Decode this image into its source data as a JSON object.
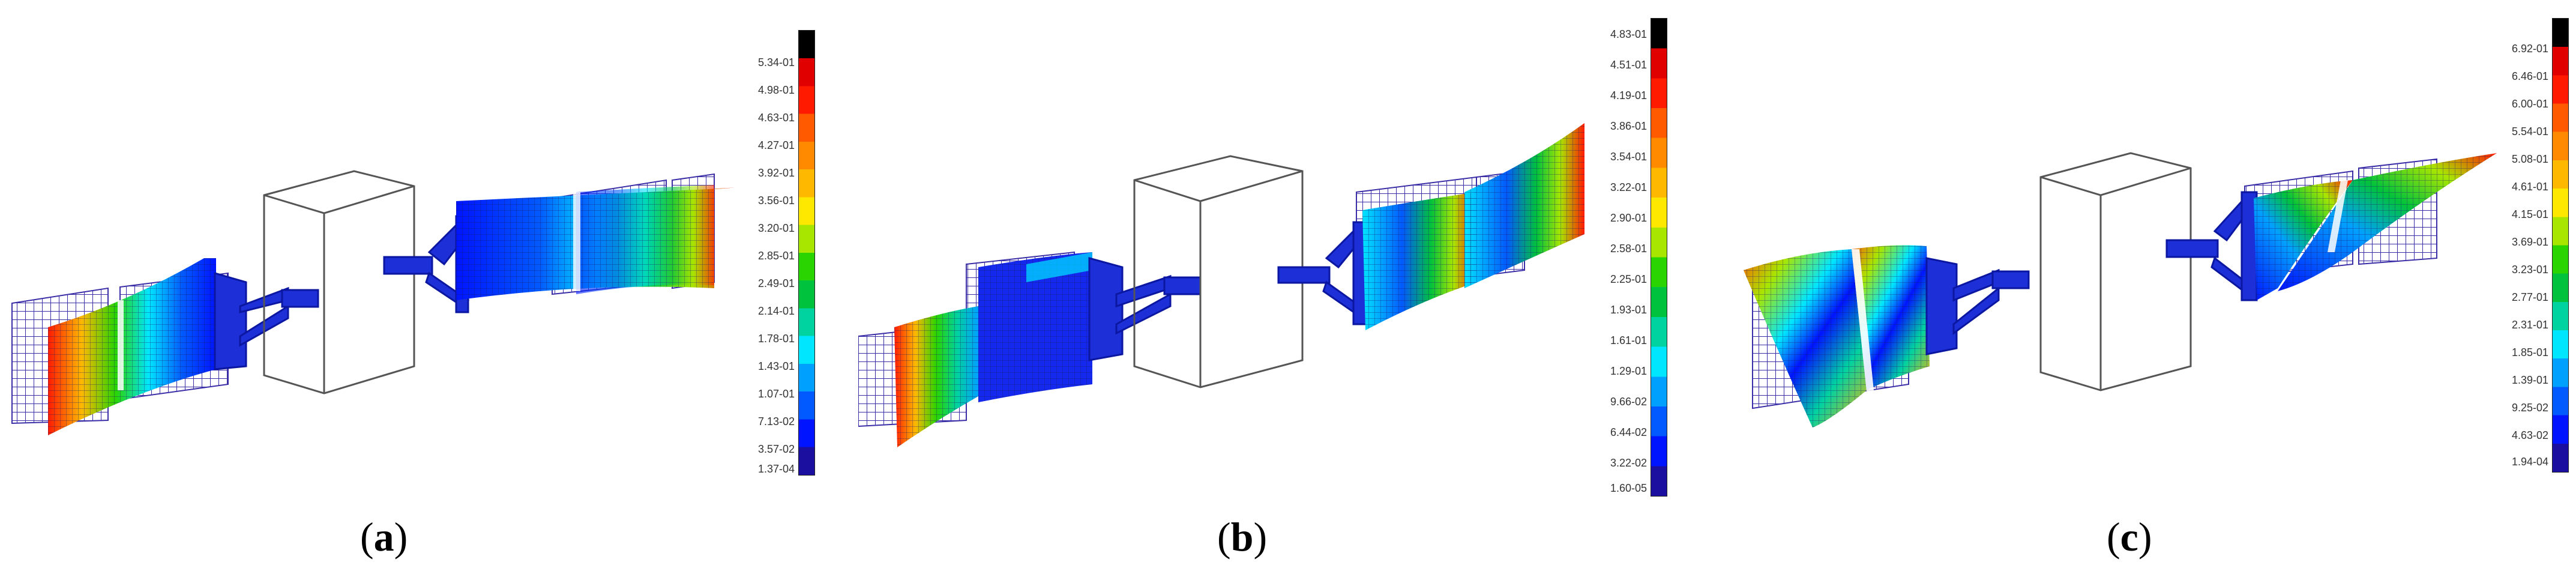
{
  "colors": {
    "scale": [
      "#1a0f9e",
      "#0014ff",
      "#005aff",
      "#00a0ff",
      "#00e6ff",
      "#00d2a0",
      "#00c23c",
      "#2ad400",
      "#a8e600",
      "#ffe800",
      "#ffb800",
      "#ff8a00",
      "#ff5a00",
      "#ff1a00",
      "#e00000",
      "#000000"
    ],
    "mesh": "#3b2fa8",
    "box": "#555555"
  },
  "panels": [
    {
      "caption": "a",
      "legend_labels": [
        "5.34-01",
        "4.98-01",
        "4.63-01",
        "4.27-01",
        "3.92-01",
        "3.56-01",
        "3.20-01",
        "2.85-01",
        "2.49-01",
        "2.14-01",
        "1.78-01",
        "1.43-01",
        "1.07-01",
        "7.13-02",
        "3.57-02",
        "1.37-04"
      ]
    },
    {
      "caption": "b",
      "legend_labels": [
        "4.83-01",
        "4.51-01",
        "4.19-01",
        "3.86-01",
        "3.54-01",
        "3.22-01",
        "2.90-01",
        "2.58-01",
        "2.25-01",
        "1.93-01",
        "1.61-01",
        "1.29-01",
        "9.66-02",
        "6.44-02",
        "3.22-02",
        "1.60-05"
      ]
    },
    {
      "caption": "c",
      "legend_labels": [
        "6.92-01",
        "6.46-01",
        "6.00-01",
        "5.54-01",
        "5.08-01",
        "4.61-01",
        "4.15-01",
        "3.69-01",
        "3.23-01",
        "2.77-01",
        "2.31-01",
        "1.85-01",
        "1.39-01",
        "9.25-02",
        "4.63-02",
        "1.94-04"
      ]
    }
  ]
}
